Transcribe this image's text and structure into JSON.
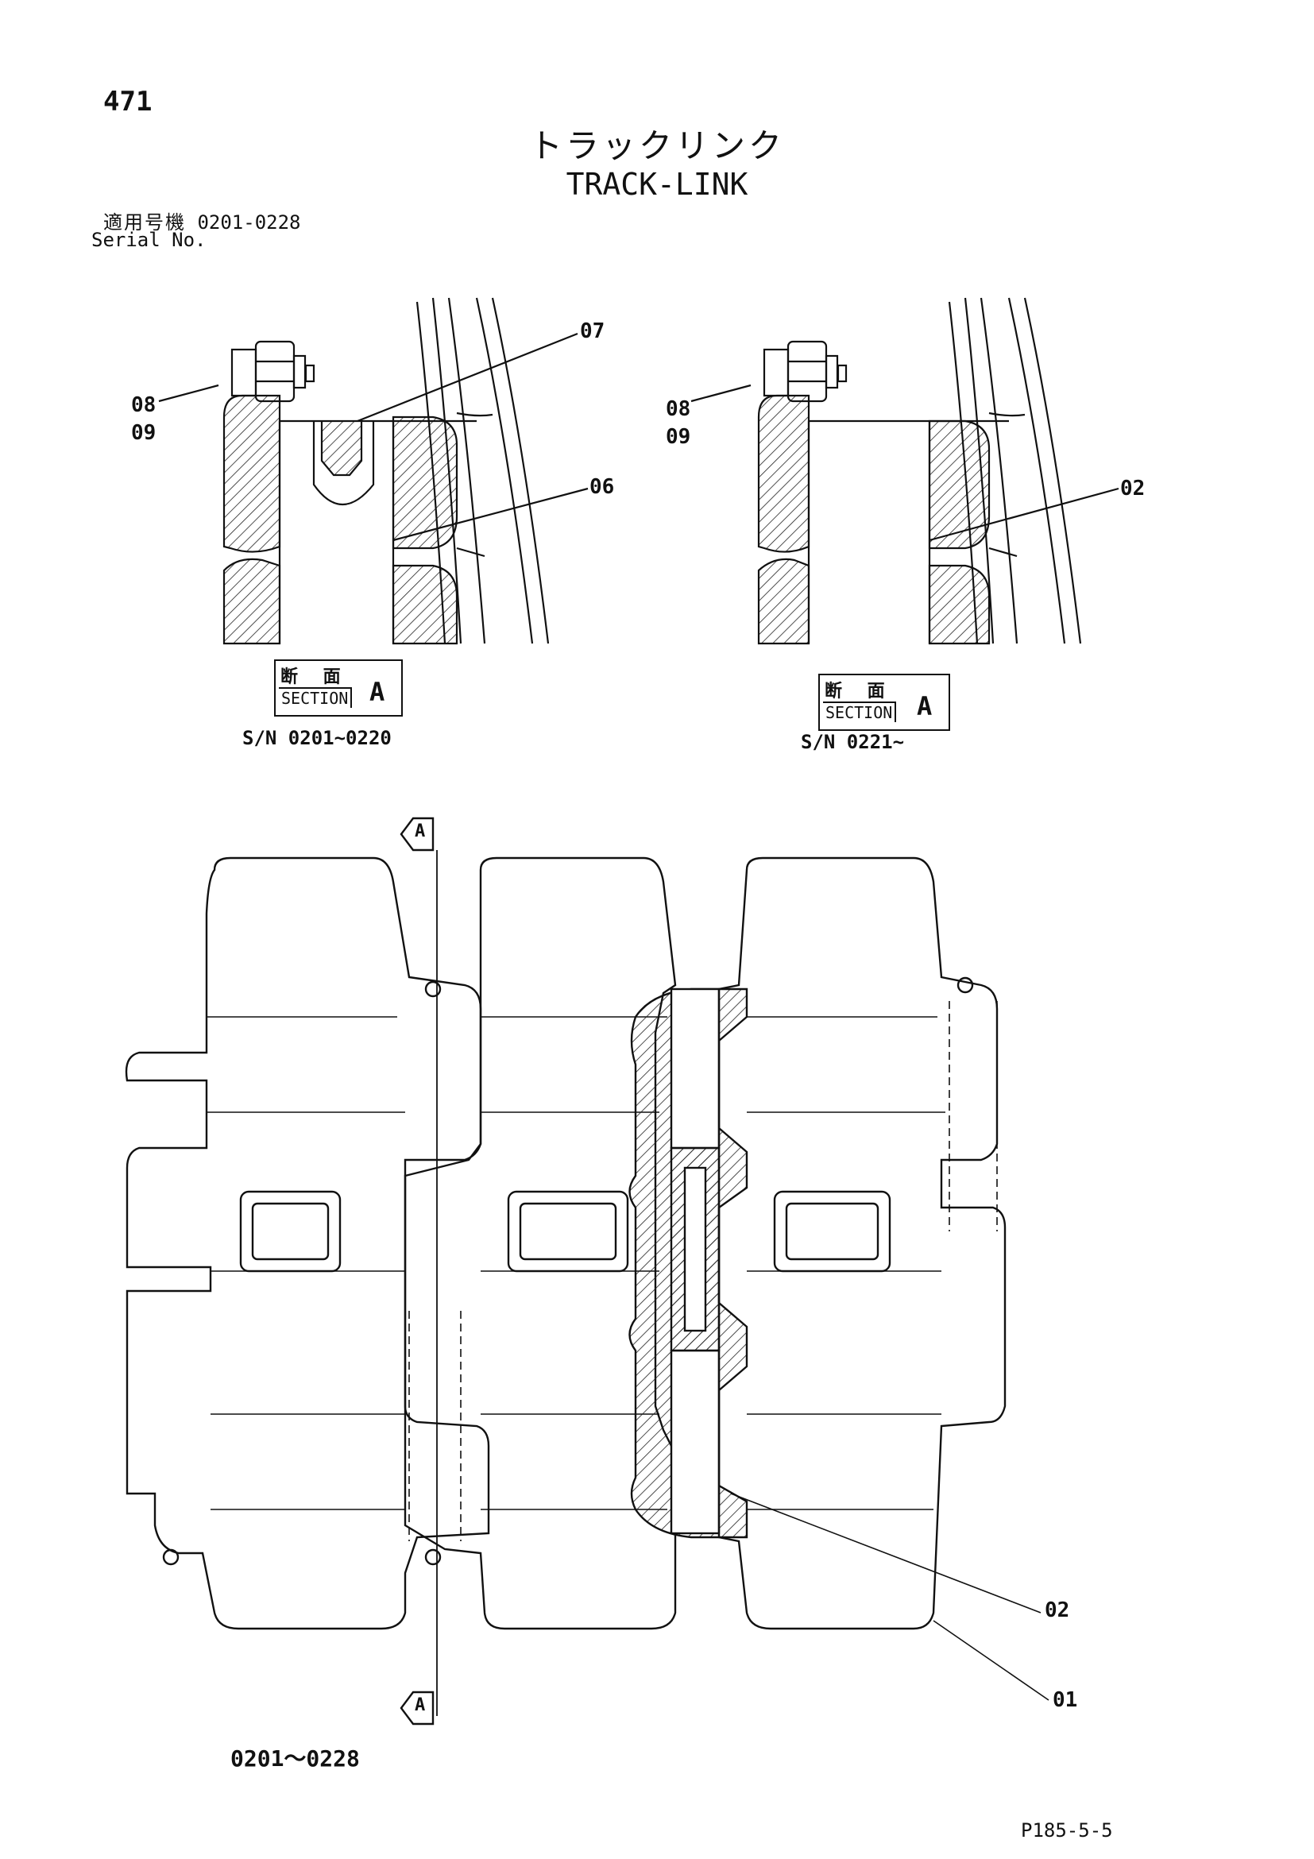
{
  "page_number": "471",
  "title_jp": "トラックリンク",
  "title_en": "TRACK-LINK",
  "serial_label_jp": "適用号機",
  "serial_range": "0201-0228",
  "serial_label_en": "Serial No.",
  "callouts": {
    "left_08": "08",
    "left_09": "09",
    "left_07": "07",
    "left_06": "06",
    "right_08": "08",
    "right_09": "09",
    "right_02": "02",
    "main_02": "02",
    "main_01": "01"
  },
  "section_left": {
    "jp": "断 面",
    "en": "SECTION",
    "letter": "A",
    "serial": "S/N 0201~0220"
  },
  "section_right": {
    "jp": "断 面",
    "en": "SECTION",
    "letter": "A",
    "serial": "S/N 0221~"
  },
  "section_marker_top": "A",
  "section_marker_bottom": "A",
  "main_range": "0201～0228",
  "figure_code": "P185-5-5"
}
